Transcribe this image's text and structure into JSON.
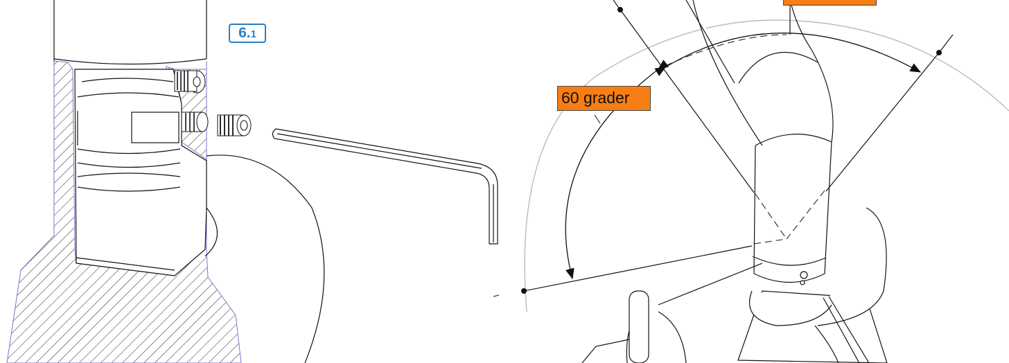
{
  "step": {
    "number": "6.",
    "sub": "1"
  },
  "annotations": {
    "angle_label": "60 grader",
    "top_label": ""
  },
  "colors": {
    "accent_blue": "#2b7fc3",
    "label_orange": "#f77e14",
    "line": "#111111",
    "hatch": "#222222",
    "circle_grey": "#bbbbbb",
    "section_outline": "#7777cc"
  },
  "icons": {
    "tool": "allen-key-icon",
    "screws": "set-screw-icon"
  }
}
